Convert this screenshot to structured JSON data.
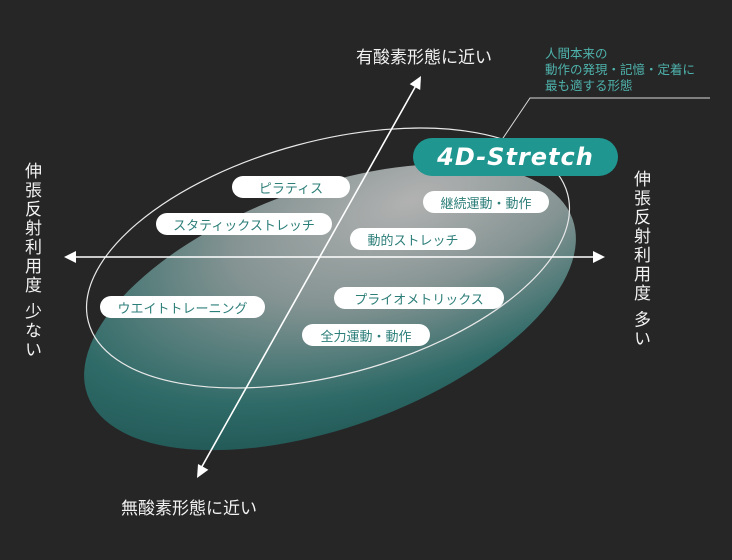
{
  "axes": {
    "top": "有酸素形態に近い",
    "bottom": "無酸素形態に近い",
    "left": "伸張反射利用度 少ない",
    "right": "伸張反射利用度 多い"
  },
  "annotation": {
    "lines": [
      "人間本来の",
      "動作の発現・記憶・定着に",
      "最も適する形態"
    ]
  },
  "highlight": {
    "label": "4D-Stretch"
  },
  "items": [
    "ピラティス",
    "スタティックストレッチ",
    "継続運動・動作",
    "動的ストレッチ",
    "ウエイトトレーニング",
    "プライオメトリックス",
    "全力運動・動作"
  ],
  "colors": {
    "background": "#262626",
    "accent": "#1f9690",
    "note_text": "#4fb3ad",
    "pill_text": "#2c7e79"
  }
}
